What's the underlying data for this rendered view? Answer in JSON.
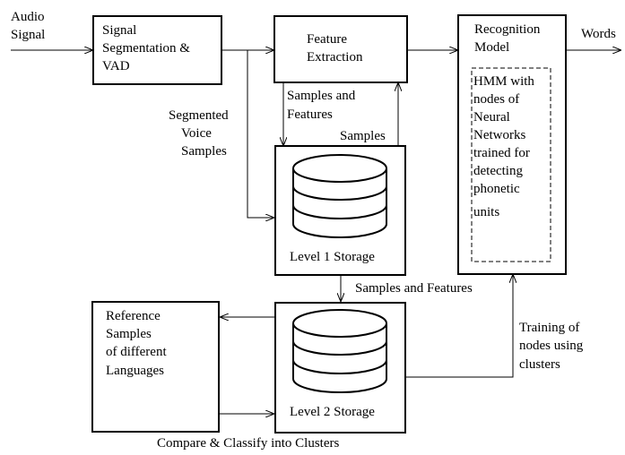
{
  "nodes": {
    "audio_signal": [
      "Audio",
      "Signal"
    ],
    "segmentation": [
      "Signal",
      "Segmentation &",
      "VAD"
    ],
    "feature_extraction": [
      "Feature",
      "Extraction"
    ],
    "recognition_model": [
      "Recognition",
      "Model"
    ],
    "hmm": [
      "HMM with",
      "nodes of",
      "Neural",
      "Networks",
      "trained for",
      "detecting",
      "phonetic",
      "units"
    ],
    "words": "Words",
    "level1": "Level 1 Storage",
    "level2": "Level 2 Storage",
    "reference": [
      "Reference",
      "Samples",
      "of different",
      "Languages"
    ]
  },
  "edges": {
    "segmented_voice": [
      "Segmented",
      "Voice",
      "Samples"
    ],
    "samples_and_features_1": [
      "Samples and",
      "Features"
    ],
    "samples": "Samples",
    "samples_and_features_2": "Samples and Features",
    "training": [
      "Training of",
      "nodes using",
      "clusters"
    ]
  },
  "caption": "Compare & Classify into Clusters"
}
